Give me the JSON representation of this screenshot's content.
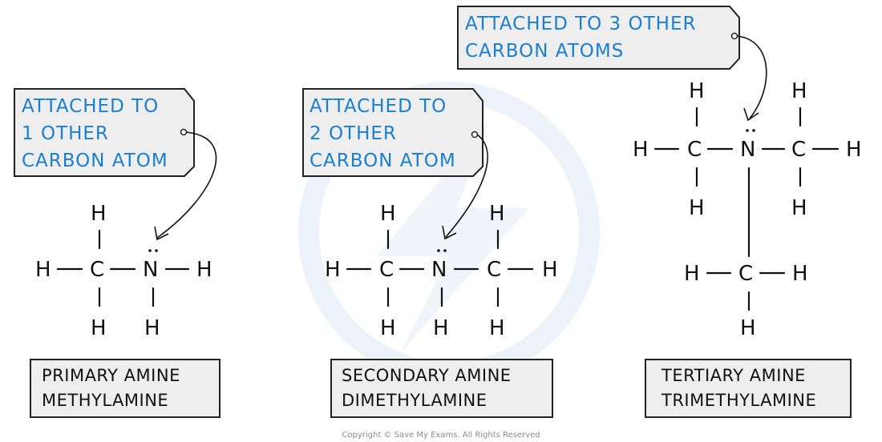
{
  "diagram": {
    "primary": {
      "tag": [
        "ATTACHED TO",
        "1 OTHER",
        "CARBON ATOM"
      ],
      "label": [
        "PRIMARY AMINE",
        "METHYLAMINE"
      ]
    },
    "secondary": {
      "tag": [
        "ATTACHED TO",
        "2 OTHER",
        "CARBON ATOM"
      ],
      "label": [
        "SECONDARY AMINE",
        "DIMETHYLAMINE"
      ]
    },
    "tertiary": {
      "tag": [
        "ATTACHED TO 3 OTHER",
        "CARBON ATOMS"
      ],
      "label": [
        "TERTIARY AMINE",
        "TRIMETHYLAMINE"
      ]
    },
    "atoms": {
      "h": "H",
      "c": "C",
      "n": "N"
    },
    "copyright": "Copyright © Save My Exams. All Rights Reserved",
    "colors": {
      "tag_text": "#1a7fd0",
      "box_fill": "#eeeeee",
      "watermark": "#e3ecf8"
    }
  }
}
